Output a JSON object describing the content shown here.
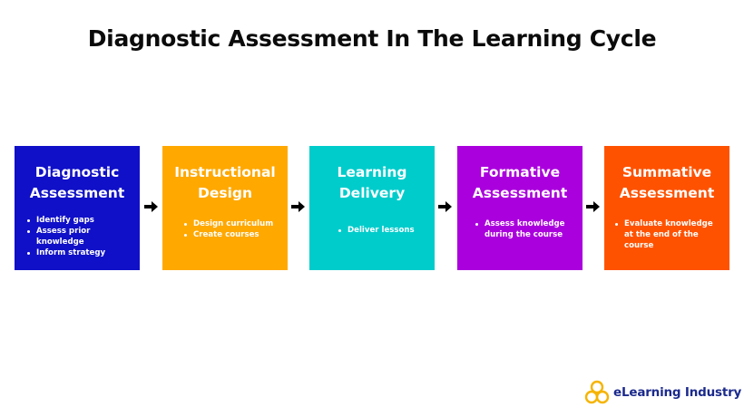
{
  "title": "Diagnostic Assessment In The Learning Cycle",
  "cards": [
    {
      "title_line1": "Diagnostic",
      "title_line2": "Assessment",
      "color": "#1010c8",
      "bullets": [
        "Identify gaps",
        "Assess prior knowledge",
        "Inform strategy"
      ]
    },
    {
      "title_line1": "Instructional",
      "title_line2": "Design",
      "color": "#ffa800",
      "bullets": [
        "Design curriculum",
        "Create courses"
      ]
    },
    {
      "title_line1": "Learning",
      "title_line2": "Delivery",
      "color": "#00cccc",
      "bullets": [
        "Deliver lessons"
      ]
    },
    {
      "title_line1": "Formative",
      "title_line2": "Assessment",
      "color": "#aa00dd",
      "bullets": [
        "Assess knowledge\nduring the course"
      ]
    },
    {
      "title_line1": "Summative",
      "title_line2": "Assessment",
      "color": "#ff5200",
      "bullets": [
        "Evaluate knowledge\nat the end of the course"
      ]
    }
  ],
  "logo": {
    "text": "eLearning Industry",
    "icon": "eli-logo-icon",
    "colors": {
      "mark": "#f5b400",
      "text": "#1b2a8c"
    }
  }
}
